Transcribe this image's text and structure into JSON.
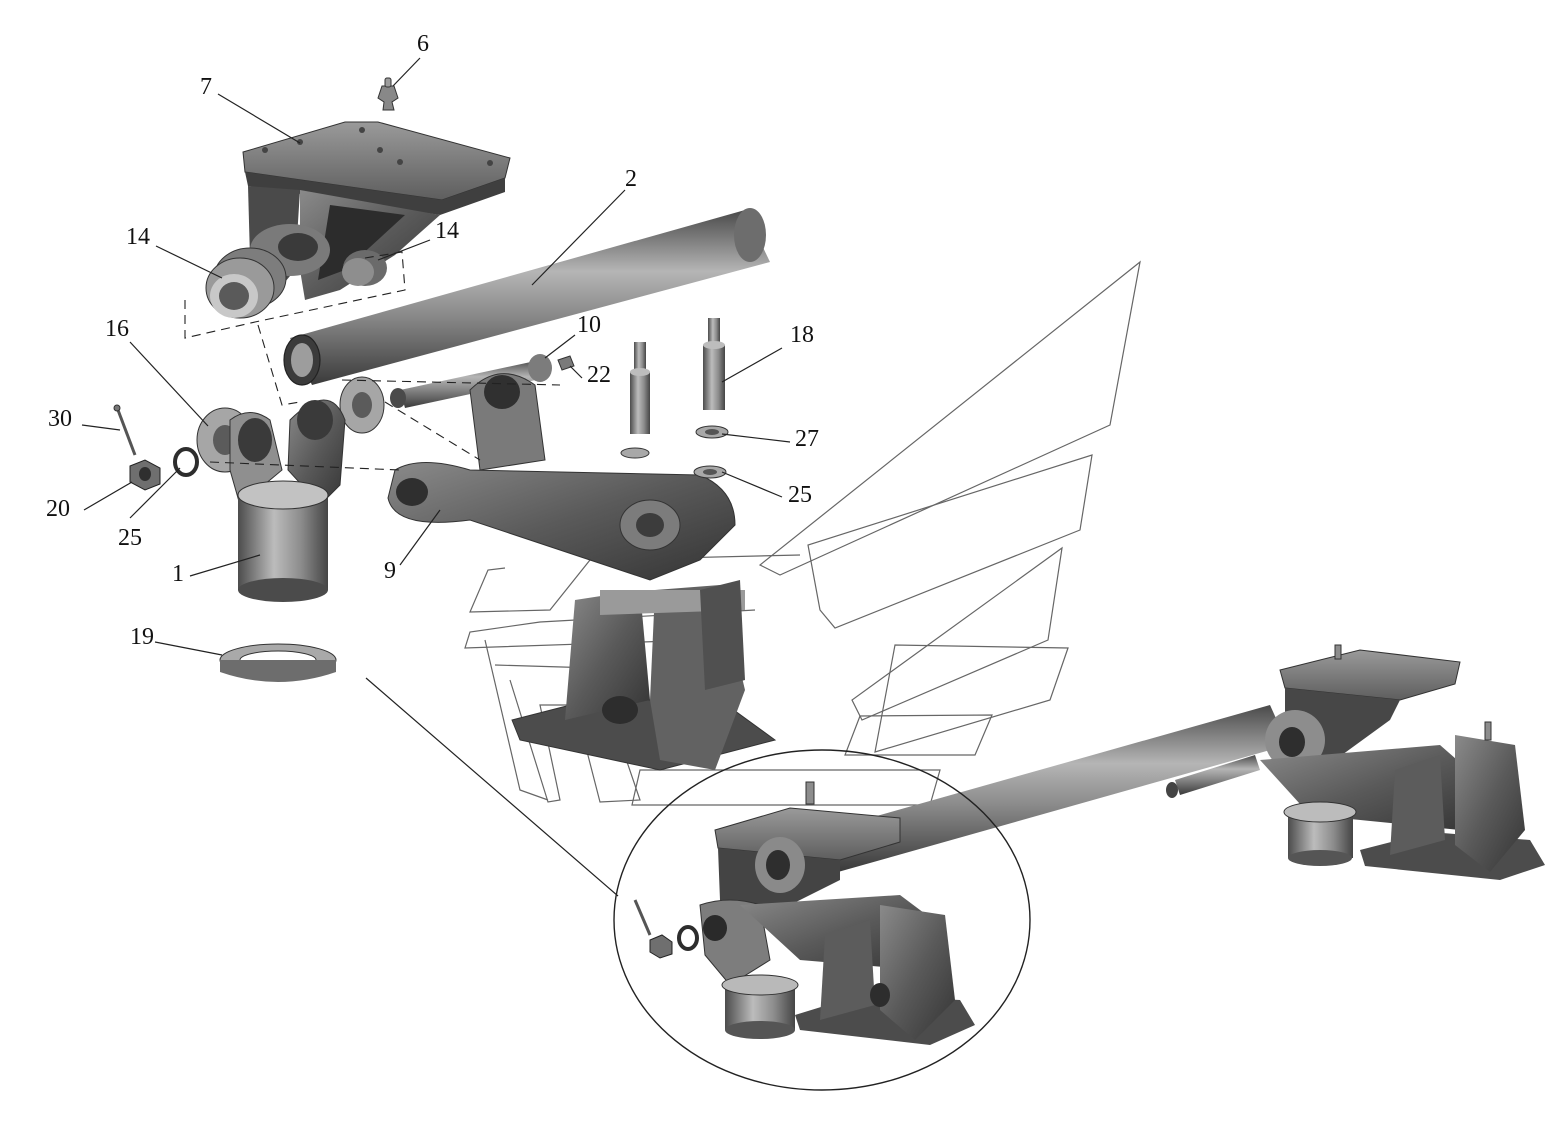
{
  "diagram": {
    "labels": [
      {
        "id": "lbl-6",
        "text": "6"
      },
      {
        "id": "lbl-7",
        "text": "7"
      },
      {
        "id": "lbl-2",
        "text": "2"
      },
      {
        "id": "lbl-14a",
        "text": "14"
      },
      {
        "id": "lbl-14b",
        "text": "14"
      },
      {
        "id": "lbl-10",
        "text": "10"
      },
      {
        "id": "lbl-18",
        "text": "18"
      },
      {
        "id": "lbl-16",
        "text": "16"
      },
      {
        "id": "lbl-22",
        "text": "22"
      },
      {
        "id": "lbl-30",
        "text": "30"
      },
      {
        "id": "lbl-27",
        "text": "27"
      },
      {
        "id": "lbl-20",
        "text": "20"
      },
      {
        "id": "lbl-25a",
        "text": "25"
      },
      {
        "id": "lbl-25b",
        "text": "25"
      },
      {
        "id": "lbl-1",
        "text": "1"
      },
      {
        "id": "lbl-9",
        "text": "9"
      },
      {
        "id": "lbl-19",
        "text": "19"
      }
    ]
  },
  "colors": {
    "metal_dark": "#3c3c3c",
    "metal_mid": "#6e6e6e",
    "metal_light": "#a9a9a9",
    "metal_highlight": "#d4d4d4",
    "line": "#222222",
    "watermark": "#666666"
  }
}
